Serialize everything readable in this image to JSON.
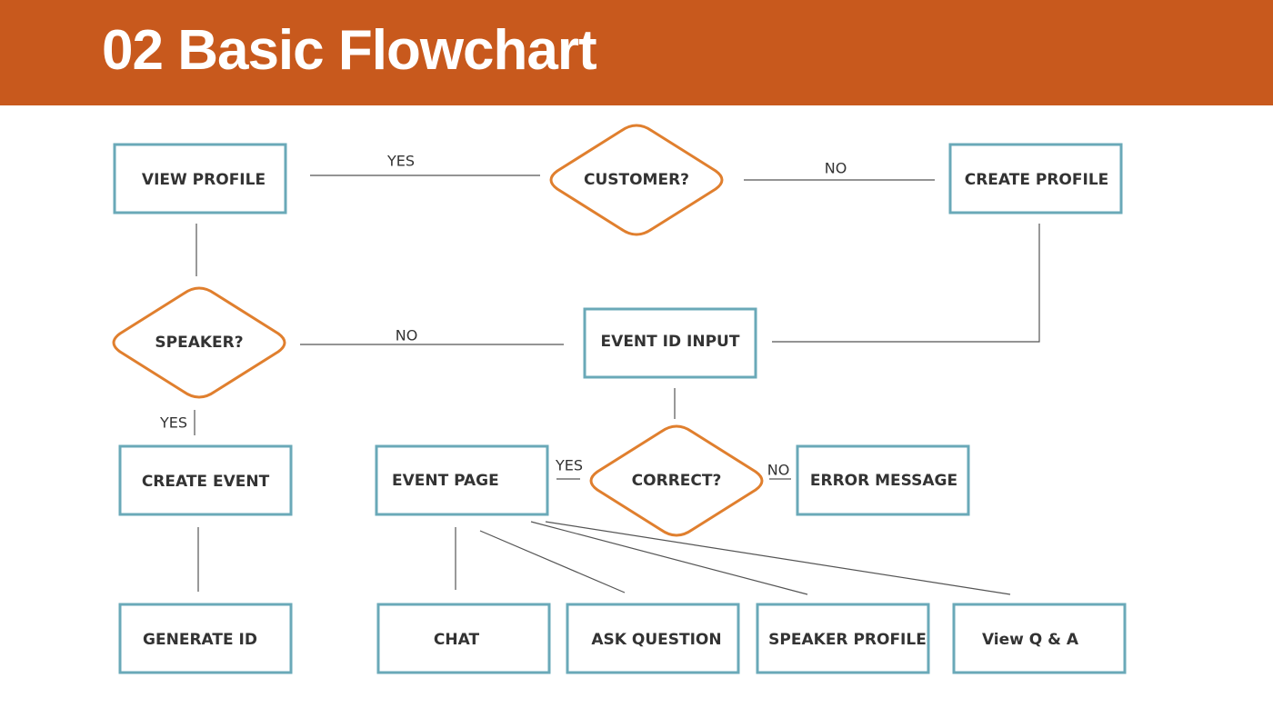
{
  "header": {
    "title": "02 Basic Flowchart",
    "color": "#c8591d"
  },
  "colors": {
    "process_border": "#6aa9b8",
    "decision_border": "#e07f2e",
    "connector": "#555555",
    "text": "#333333"
  },
  "nodes": {
    "view_profile": "VIEW PROFILE",
    "customer": "CUSTOMER?",
    "create_profile": "CREATE PROFILE",
    "speaker": "SPEAKER?",
    "event_id_input": "EVENT ID INPUT",
    "create_event": "CREATE EVENT",
    "event_page": "EVENT PAGE",
    "correct": "CORRECT?",
    "error_message": "ERROR MESSAGE",
    "generate_id": "GENERATE ID",
    "chat": "CHAT",
    "ask_question": "ASK QUESTION",
    "speaker_profile": "SPEAKER PROFILE",
    "view_qa": "View Q & A"
  },
  "edge_labels": {
    "customer_yes": "YES",
    "customer_no": "NO",
    "speaker_no": "NO",
    "speaker_yes": "YES",
    "correct_yes": "YES",
    "correct_no": "NO"
  }
}
